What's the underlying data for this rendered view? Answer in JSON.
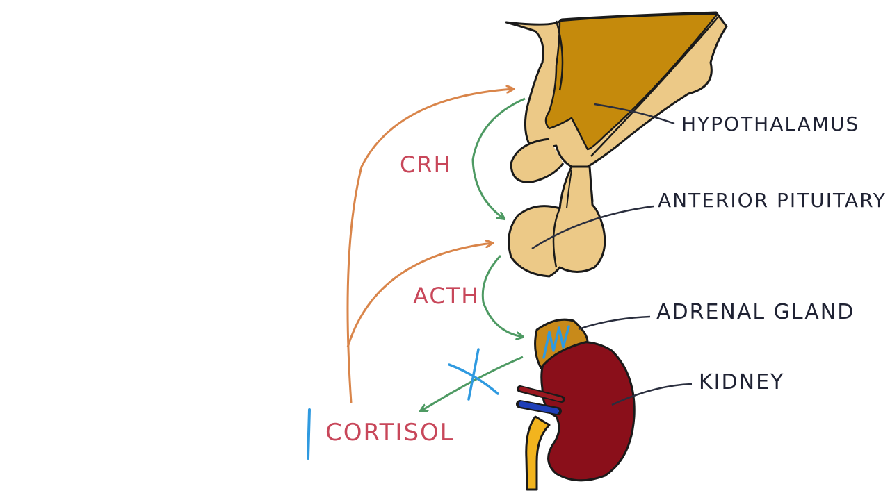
{
  "labels": {
    "hypothalamus": "HYPOTHALAMUS",
    "anterior_pituitary": "ANTERIOR PITUITARY",
    "adrenal_gland": "ADRENAL GLAND",
    "kidney": "KIDNEY",
    "crh": "CRH",
    "acth": "ACTH",
    "cortisol": "CORTISOL"
  },
  "colors": {
    "hypothalamus_fill": "#C58A0C",
    "pituitary_fill": "#ECC987",
    "kidney_fill": "#8A0F1A",
    "adrenal_fill": "#C88A1A",
    "feedback_arrow": "#D9854A",
    "stimulation_arrow": "#4E9A63",
    "hormone_label": "#C8475A",
    "inhibition_mark": "#2F9AE0",
    "outline": "#1A1A1A",
    "leader_line": "#2A2E3E"
  }
}
